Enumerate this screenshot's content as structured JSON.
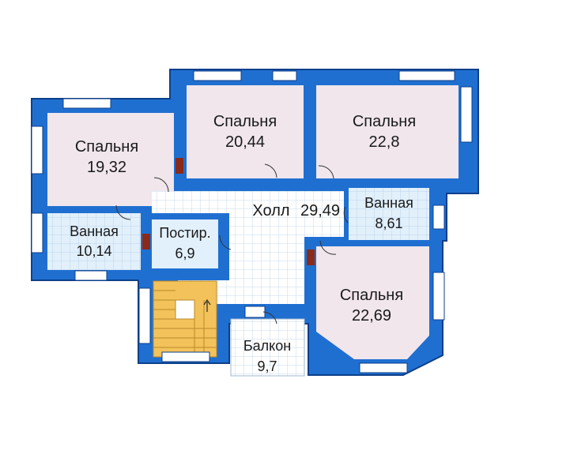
{
  "colors": {
    "wall": "#1f6fd1",
    "wall_outline": "#0d3f8a",
    "bedroom": "#f0e6ec",
    "bathroom": "#e2f0fb",
    "hall": "#ffffff",
    "grid": "#c9d9e8",
    "stairs": "#f4c25a",
    "window": "#ffffff",
    "chimney": "#8a2a1a"
  },
  "rooms": [
    {
      "id": "bedroom-1",
      "name": "Спальня",
      "area": "19,32"
    },
    {
      "id": "bedroom-2",
      "name": "Спальня",
      "area": "20,44"
    },
    {
      "id": "bedroom-3",
      "name": "Спальня",
      "area": "22,8"
    },
    {
      "id": "bathroom-1",
      "name": "Ванная",
      "area": "10,14"
    },
    {
      "id": "laundry",
      "name": "Постир.",
      "area": "6,9"
    },
    {
      "id": "hall",
      "name": "Холл",
      "area": "29,49"
    },
    {
      "id": "bathroom-2",
      "name": "Ванная",
      "area": "8,61"
    },
    {
      "id": "bedroom-4",
      "name": "Спальня",
      "area": "22,69"
    },
    {
      "id": "balcony",
      "name": "Балкон",
      "area": "9,7"
    }
  ]
}
